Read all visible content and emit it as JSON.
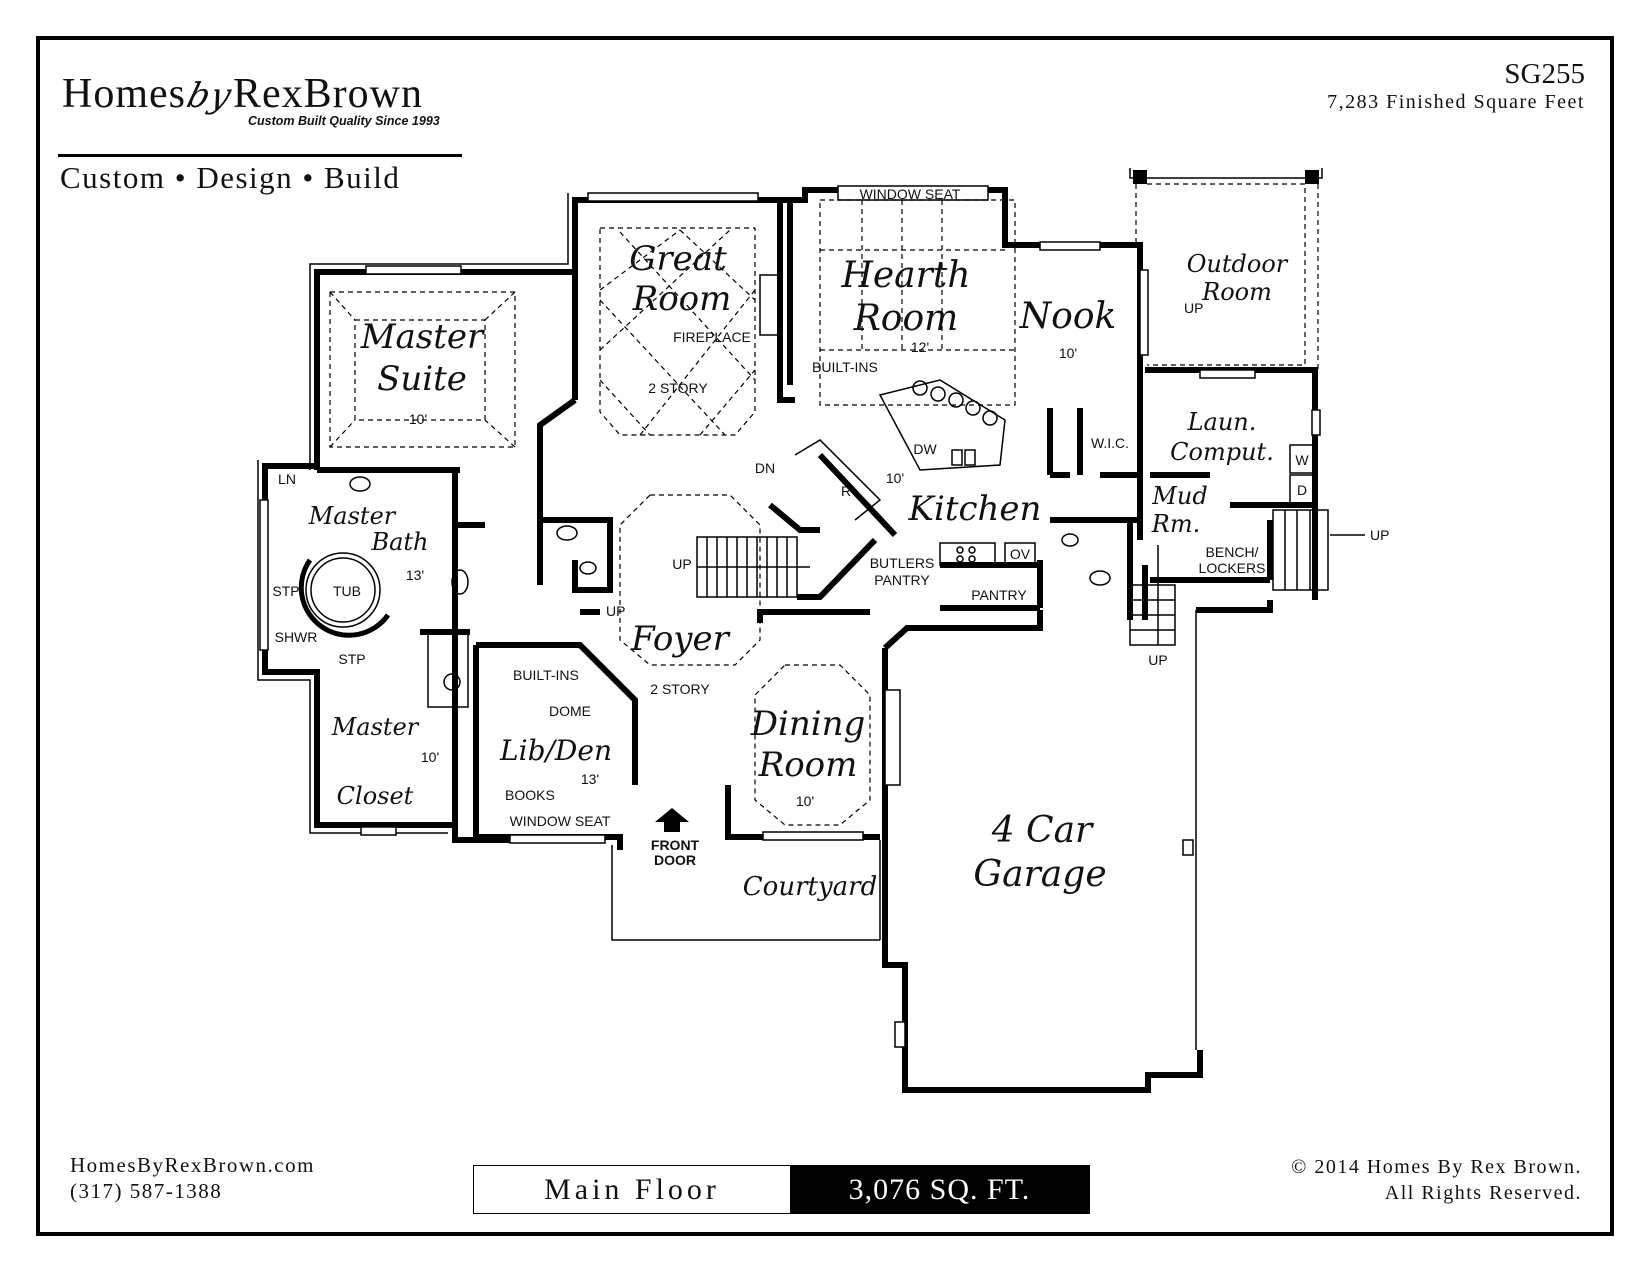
{
  "brand": {
    "name_part1": "Homes",
    "name_by": "by",
    "name_part2": "RexBrown",
    "tagline": "Custom Built Quality Since 1993",
    "services": "Custom • Design • Build"
  },
  "plan": {
    "code": "SG255",
    "finished_sqft": "7,283 Finished Square Feet"
  },
  "footer": {
    "website": "HomesByRexBrown.com",
    "phone": "(317) 587-1388",
    "floor_label": "Main Floor",
    "floor_sqft": "3,076 SQ. FT.",
    "copyright": "© 2014 Homes By Rex Brown.",
    "rights": "All Rights Reserved."
  },
  "rooms": {
    "great_room": {
      "name1": "Great",
      "name2": "Room",
      "note": "2 STORY"
    },
    "hearth_room": {
      "name1": "Hearth",
      "name2": "Room",
      "ceiling": "12'"
    },
    "nook": {
      "name": "Nook",
      "ceiling": "10'"
    },
    "outdoor_room": {
      "name1": "Outdoor",
      "name2": "Room"
    },
    "master_suite": {
      "name1": "Master",
      "name2": "Suite",
      "ceiling": "10'"
    },
    "master_bath": {
      "name1": "Master",
      "name2": "Bath",
      "ceiling": "13'"
    },
    "master_closet": {
      "name1": "Master",
      "name2": "Closet",
      "ceiling": "10'"
    },
    "lib_den": {
      "name": "Lib/Den",
      "ceiling": "13'"
    },
    "foyer": {
      "name": "Foyer",
      "note": "2 STORY"
    },
    "dining_room": {
      "name1": "Dining",
      "name2": "Room",
      "ceiling": "10'"
    },
    "kitchen": {
      "name": "Kitchen",
      "ceiling": "10'"
    },
    "laundry": {
      "name1": "Laun.",
      "name2": "Comput."
    },
    "mud_room": {
      "name1": "Mud",
      "name2": "Rm."
    },
    "garage": {
      "name1": "4 Car",
      "name2": "Garage"
    },
    "courtyard": {
      "name": "Courtyard"
    }
  },
  "annotations": {
    "window_seat": "WINDOW SEAT",
    "fireplace": "FIREPLACE",
    "built_ins": "BUILT-INS",
    "dn": "DN",
    "up": "UP",
    "r": "R",
    "dw": "DW",
    "wic": "W.I.C.",
    "washer": "W",
    "dryer": "D",
    "ov": "OV",
    "butlers_pantry_1": "BUTLERS",
    "butlers_pantry_2": "PANTRY",
    "pantry": "PANTRY",
    "bench_lockers_1": "BENCH/",
    "bench_lockers_2": "LOCKERS",
    "ln": "LN",
    "tub": "TUB",
    "stp": "STP",
    "shwr": "SHWR",
    "dome": "DOME",
    "books": "BOOKS",
    "front_door_1": "FRONT",
    "front_door_2": "DOOR"
  }
}
